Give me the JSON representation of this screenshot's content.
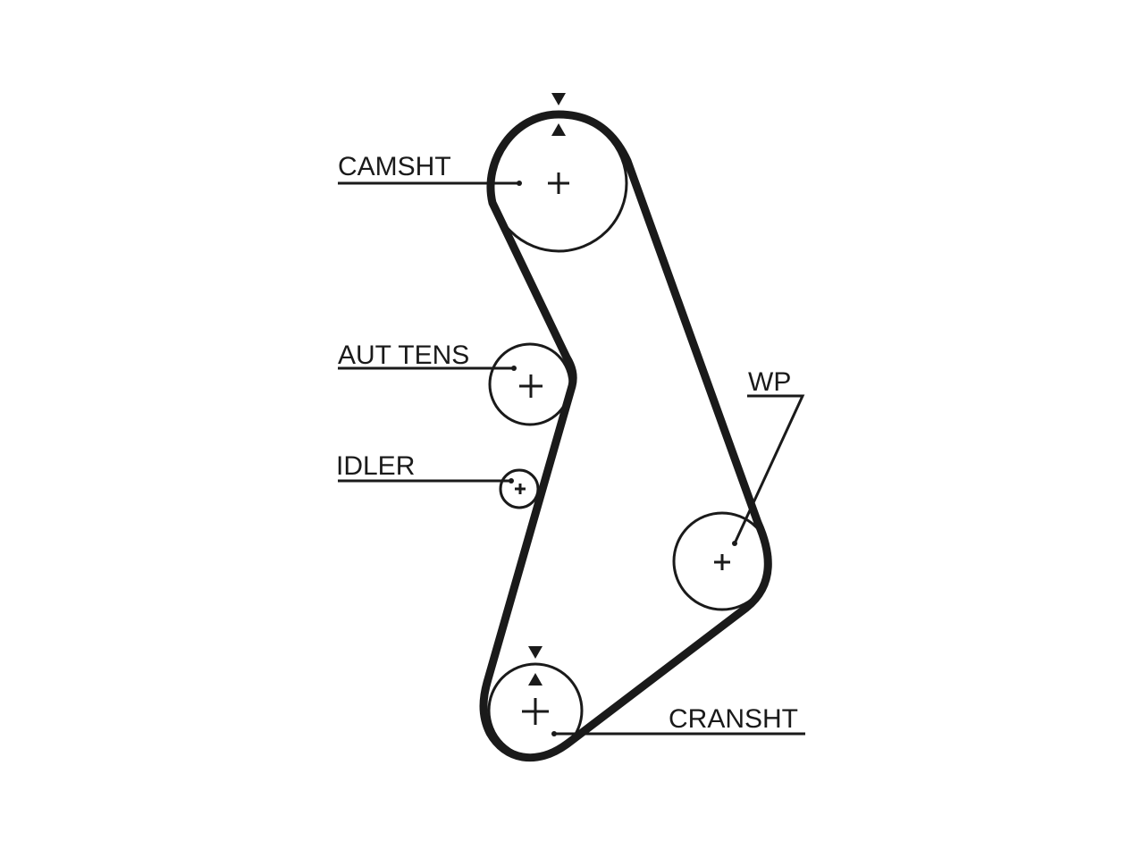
{
  "diagram": {
    "labels": {
      "camshaft": "CAMSHT",
      "tensioner": "AUT TENS",
      "idler": "IDLER",
      "water_pump": "WP",
      "crankshaft": "CRANSHT"
    }
  }
}
